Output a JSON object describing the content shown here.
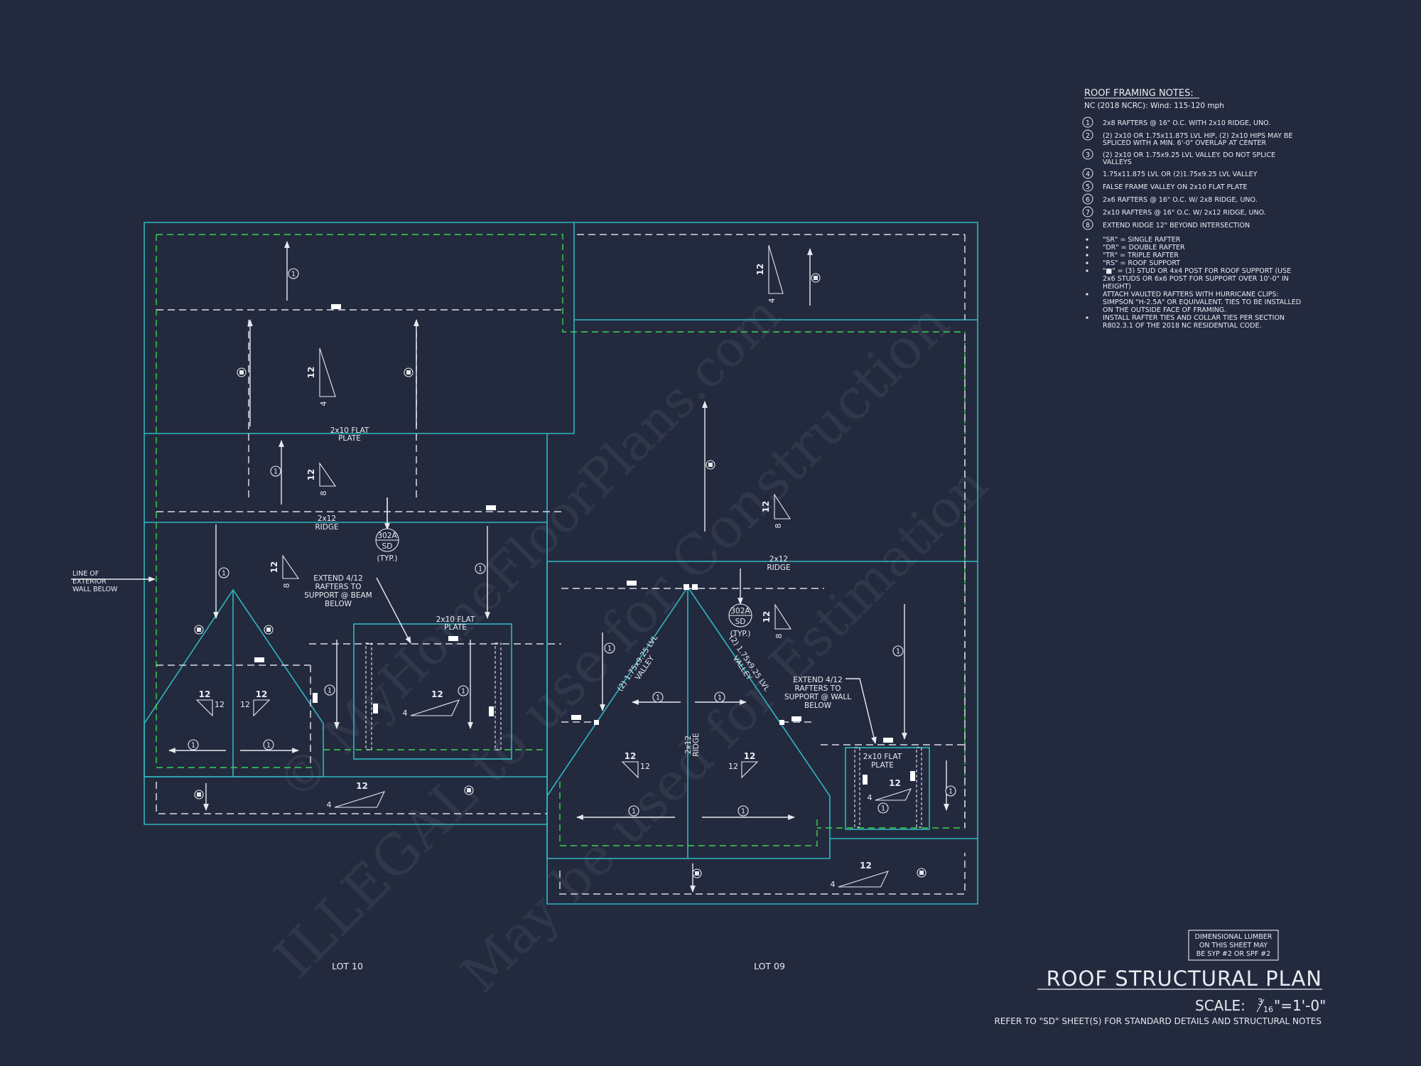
{
  "notes": {
    "title": "ROOF FRAMING NOTES:",
    "subtitle": "NC (2018 NCRC): Wind: 115-120 mph",
    "items": [
      {
        "num": "1",
        "lines": [
          "2x8 RAFTERS @ 16\" O.C. WITH 2x10 RIDGE, UNO."
        ]
      },
      {
        "num": "2",
        "lines": [
          "(2) 2x10 OR 1.75x11.875 LVL HIP, (2) 2x10 HIPS MAY BE",
          "SPLICED WITH A MIN. 6'-0\" OVERLAP AT CENTER"
        ]
      },
      {
        "num": "3",
        "lines": [
          "(2) 2x10 OR 1.75x9.25 LVL VALLEY. DO NOT SPLICE",
          "VALLEYS"
        ]
      },
      {
        "num": "4",
        "lines": [
          "1.75x11.875 LVL OR (2)1.75x9.25 LVL VALLEY"
        ]
      },
      {
        "num": "5",
        "lines": [
          "FALSE FRAME VALLEY ON 2x10 FLAT PLATE"
        ]
      },
      {
        "num": "6",
        "lines": [
          "2x6 RAFTERS @ 16\" O.C. W/ 2x8 RIDGE, UNO."
        ]
      },
      {
        "num": "7",
        "lines": [
          "2x10 RAFTERS @ 16\" O.C. W/ 2x12 RIDGE, UNO."
        ]
      },
      {
        "num": "8",
        "lines": [
          "EXTEND RIDGE 12\" BEYOND INTERSECTION"
        ]
      }
    ],
    "bullets": [
      [
        "\"SR\" = SINGLE RAFTER"
      ],
      [
        "\"DR\" = DOUBLE RAFTER"
      ],
      [
        "\"TR\" = TRIPLE RAFTER"
      ],
      [
        "\"RS\" = ROOF SUPPORT"
      ],
      [
        "\"■\" = (3) STUD OR 4x4 POST FOR ROOF SUPPORT (USE",
        "2x6 STUDS OR 6x6 POST FOR SUPPORT OVER 10'-0\" IN",
        "HEIGHT)"
      ],
      [
        "ATTACH VAULTED RAFTERS WITH HURRICANE CLIPS:",
        "SIMPSON \"H-2.5A\" OR EQUIVALENT. TIES TO BE INSTALLED",
        "ON THE OUTSIDE FACE OF FRAMING."
      ],
      [
        "INSTALL RAFTER TIES AND COLLAR TIES PER SECTION",
        "R802.3.1 OF THE 2018 NC RESIDENTIAL CODE."
      ]
    ]
  },
  "plan": {
    "labels": {
      "flat_plate_upper": [
        "2x10 FLAT",
        "PLATE"
      ],
      "ridge_left": [
        "2x12",
        "RIDGE"
      ],
      "ridge_right": [
        "2x12",
        "RIDGE"
      ],
      "flat_plate_mid": [
        "2x10 FLAT",
        "PLATE"
      ],
      "flat_plate_right": [
        "2x10 FLAT",
        "PLATE"
      ],
      "ridge_vertical": [
        "2x12",
        "RIDGE"
      ],
      "valley_left": [
        "(2) 1.75x9.25 LVL",
        "VALLEY"
      ],
      "valley_right": [
        "(2) 1.75x9.25 LVL",
        "VALLEY"
      ],
      "extend_left": [
        "EXTEND 4/12",
        "RAFTERS TO",
        "SUPPORT @ BEAM",
        "BELOW"
      ],
      "extend_right": [
        "EXTEND 4/12",
        "RAFTERS TO",
        "SUPPORT @ WALL",
        "BELOW"
      ],
      "exterior_wall": [
        "LINE OF",
        "EXTERIOR",
        "WALL BELOW"
      ],
      "section_tag": {
        "top": "302A",
        "bottom": "SD",
        "note": "(TYP.)"
      },
      "lot_left": "LOT 10",
      "lot_right": "LOT 09",
      "note_marker": "1"
    },
    "slopes": [
      {
        "id": "s1",
        "rise": "12",
        "run": "4"
      },
      {
        "id": "s2",
        "rise": "12",
        "run": "4"
      },
      {
        "id": "s3",
        "rise": "12",
        "run": "8"
      },
      {
        "id": "s4",
        "rise": "12",
        "run": "8"
      },
      {
        "id": "s5",
        "rise": "12",
        "run": "8"
      },
      {
        "id": "s6",
        "rise": "12",
        "run": "8"
      },
      {
        "id": "s7",
        "rise": "12",
        "run": "12"
      },
      {
        "id": "s8",
        "rise": "12",
        "run": "12"
      },
      {
        "id": "s9",
        "rise": "12",
        "run": "4"
      },
      {
        "id": "s10",
        "rise": "12",
        "run": "4"
      },
      {
        "id": "s11",
        "rise": "12",
        "run": "12"
      },
      {
        "id": "s12",
        "rise": "12",
        "run": "12"
      },
      {
        "id": "s13",
        "rise": "12",
        "run": "4"
      },
      {
        "id": "s14",
        "rise": "12",
        "run": "4"
      }
    ]
  },
  "lumber_note": [
    "DIMENSIONAL LUMBER",
    "ON THIS SHEET MAY",
    "BE SYP #2 OR SPF #2"
  ],
  "title_block": {
    "title": "ROOF STRUCTURAL PLAN",
    "scale_label": "SCALE:",
    "scale_num": "3",
    "scale_den": "16",
    "scale_rest": "\"=1'-0\"",
    "reference": "REFER TO \"SD\" SHEET(S) FOR STANDARD DETAILS AND STRUCTURAL NOTES"
  },
  "watermark": [
    "© MyHomeFloorPlans.com",
    "ILLEGAL to use for Construction",
    "May be used for Estimation"
  ],
  "colors": {
    "background": "#232a3e",
    "walls": "#2fb6bf",
    "hip_lines": "#3fd14f",
    "linework": "#e8eaf0"
  }
}
